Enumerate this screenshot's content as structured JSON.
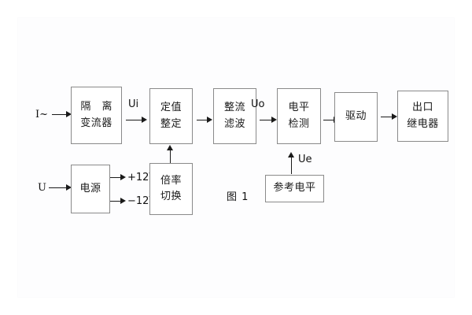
{
  "figure": {
    "caption": "图 1",
    "blocks": {
      "isolation_ct": {
        "line1": "隔 离",
        "line2": "变流器"
      },
      "setting": {
        "line1": "定值",
        "line2": "整定"
      },
      "rectify_filter": {
        "line1": "整流",
        "line2": "滤波"
      },
      "level_detect": {
        "line1": "电平",
        "line2": "检测"
      },
      "drive": {
        "line1": "驱动"
      },
      "output_relay": {
        "line1": "出口",
        "line2": "继电器"
      },
      "power_supply": {
        "line1": "电源"
      },
      "multiplier_switch": {
        "line1": "倍率",
        "line2": "切换"
      },
      "reference_level": {
        "line1": "参考电平"
      }
    },
    "signals": {
      "input_current": "I~",
      "input_voltage": "U",
      "ui": "Ui",
      "uo": "Uo",
      "ue": "Ue",
      "rail_positive": "+12V",
      "rail_negative": "−12V"
    },
    "colors": {
      "block_border": "#8a8a8a",
      "connector": "#1a1a1a",
      "text": "#1a1a1a",
      "background": "#ffffff"
    }
  }
}
